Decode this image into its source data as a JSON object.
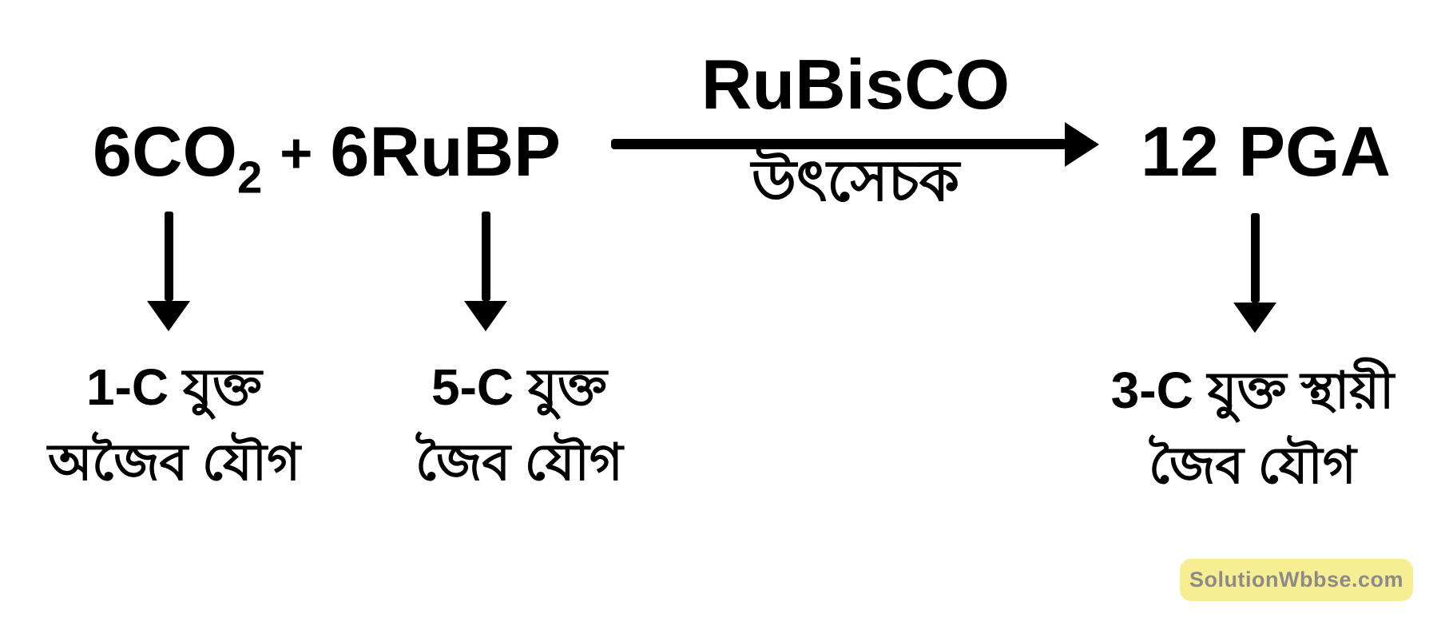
{
  "equation": {
    "lhs_term1": "6CO",
    "lhs_term1_subscript": "2",
    "plus": "+",
    "lhs_term2": "6RuBP",
    "rhs": "12 PGA"
  },
  "reaction_arrow": {
    "label_above": "RuBisCO",
    "label_below": "উৎসেচক"
  },
  "branches": [
    {
      "line1": "1-C যুক্ত",
      "line2": "অজৈব যৌগ"
    },
    {
      "line1": "5-C যুক্ত",
      "line2": "জৈব যৌগ"
    },
    {
      "line1": "3-C  যুক্ত স্থায়ী",
      "line2": "জৈব যৌগ"
    }
  ],
  "watermark": {
    "text": "SolutionWbbse.com",
    "bg_color": "#F7EE93",
    "text_color": "#8B8B89"
  },
  "colors": {
    "ink": "#000000",
    "background": "#ffffff"
  }
}
